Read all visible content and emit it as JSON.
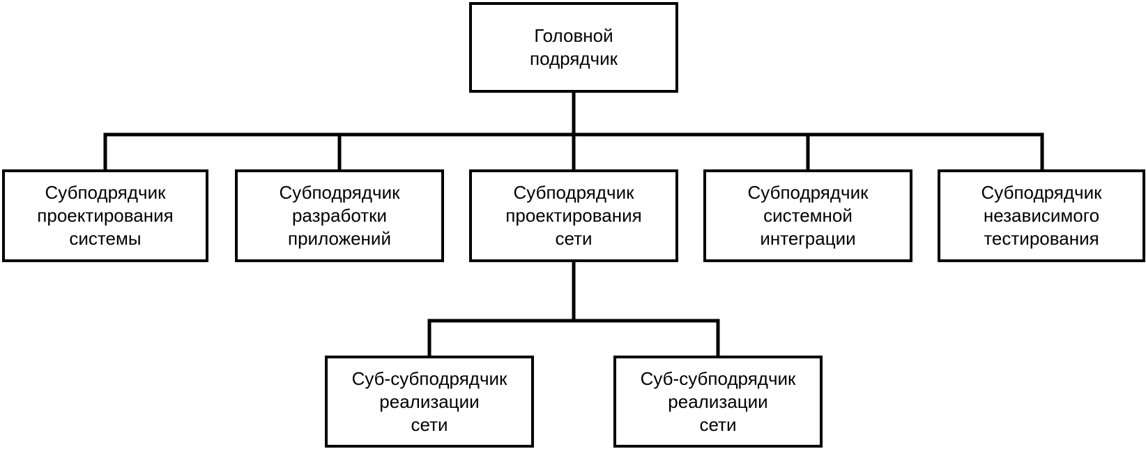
{
  "diagram": {
    "type": "org-chart",
    "line_color": "#000000",
    "box_border_color": "#000000",
    "box_fill_color": "#ffffff",
    "root": {
      "label": "Головной\nподрядчик"
    },
    "level2": [
      {
        "label": "Субподрядчик\nпроектирования\nсистемы"
      },
      {
        "label": "Субподрядчик\nразработки\nприложений"
      },
      {
        "label": "Субподрядчик\nпроектирования\nсети"
      },
      {
        "label": "Субподрядчик\nсистемной\nинтеграции"
      },
      {
        "label": "Субподрядчик\nнезависимого\nтестирования"
      }
    ],
    "level3": [
      {
        "label": "Суб-субподрядчик\nреализации\nсети"
      },
      {
        "label": "Суб-субподрядчик\nреализации\nсети"
      }
    ],
    "edges": [
      {
        "from": "Головной подрядчик",
        "to": "Субподрядчик проектирования системы"
      },
      {
        "from": "Головной подрядчик",
        "to": "Субподрядчик разработки приложений"
      },
      {
        "from": "Головной подрядчик",
        "to": "Субподрядчик проектирования сети"
      },
      {
        "from": "Головной подрядчик",
        "to": "Субподрядчик системной интеграции"
      },
      {
        "from": "Головной подрядчик",
        "to": "Субподрядчик независимого тестирования"
      },
      {
        "from": "Субподрядчик проектирования сети",
        "to": "Суб-субподрядчик реализации сети"
      },
      {
        "from": "Субподрядчик проектирования сети",
        "to": "Суб-субподрядчик реализации сети"
      }
    ]
  }
}
